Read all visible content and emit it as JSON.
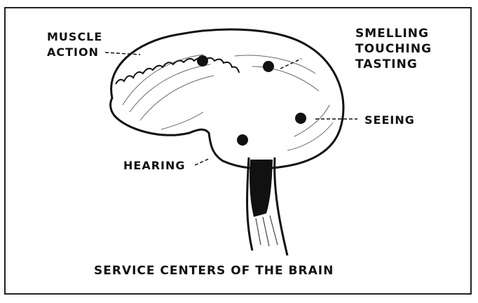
{
  "labels": {
    "muscle_action_line1": "MUSCLE",
    "muscle_action_line2": "ACTION",
    "smelling": "SMELLING",
    "touching": "TOUCHING",
    "tasting": "TASTING",
    "seeing": "SEEING",
    "hearing": "HEARING"
  },
  "caption": "SERVICE CENTERS OF THE BRAIN",
  "colors": {
    "ink": "#111111",
    "paper": "#ffffff"
  }
}
